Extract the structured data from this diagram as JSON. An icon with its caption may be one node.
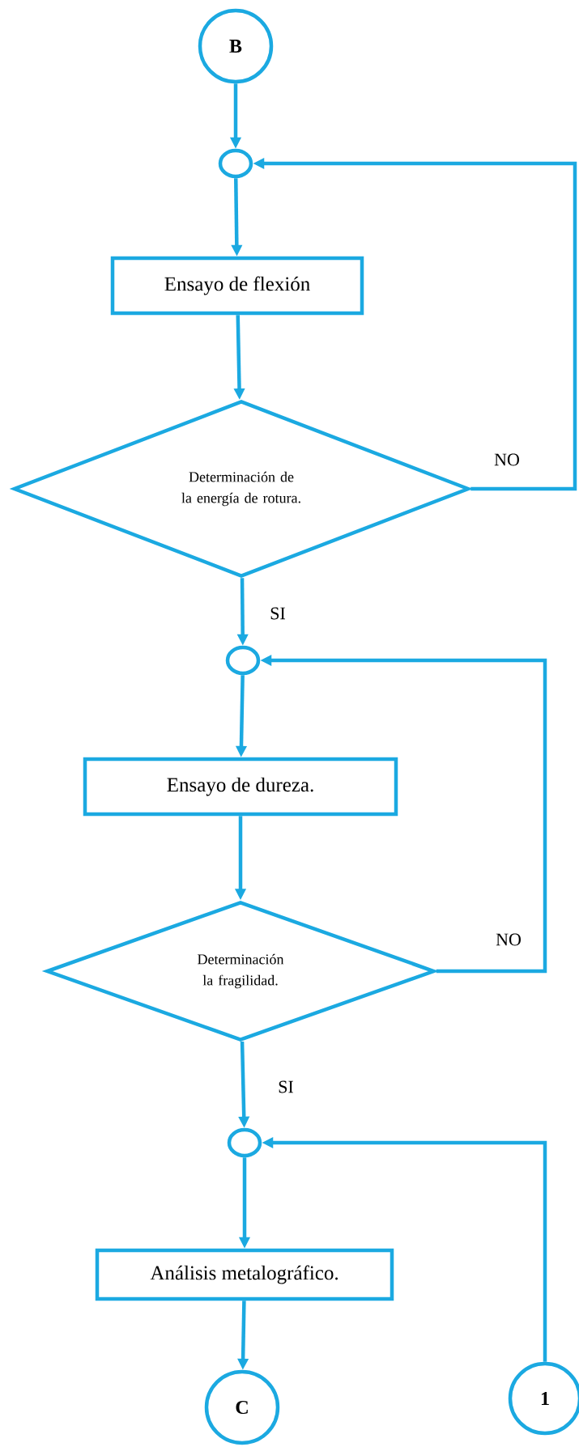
{
  "diagram": {
    "nodes": [
      {
        "text": [
          "B"
        ]
      },
      {
        "text": [],
        "shape": "circle"
      },
      {
        "text": [
          "Ensayo de flexión"
        ]
      },
      {
        "text": [
          "Determinación de la energía de rotura."
        ]
      },
      {
        "text": [],
        "shape": "circle"
      },
      {
        "text": [
          "Ensayo de dureza."
        ]
      },
      {
        "text": [
          "Determinación la fragilidad."
        ]
      },
      {
        "text": [],
        "shape": "circle"
      },
      {
        "text": [
          "Análisis metalográfico."
        ]
      },
      {
        "text": [
          "C"
        ]
      },
      {
        "text": [
          "1"
        ]
      }
    ],
    "edges": [
      {
        "from": 0,
        "to": 1,
        "arrow": "to"
      },
      {
        "from": 1,
        "to": 2,
        "arrow": "to"
      },
      {
        "from": 2,
        "to": 3,
        "arrow": "to"
      },
      {
        "from": 3,
        "to": 1,
        "arrow": "to",
        "label": "NO"
      },
      {
        "from": 3,
        "to": 4,
        "arrow": "to",
        "label": "SI"
      },
      {
        "from": 4,
        "to": 5,
        "arrow": "to"
      },
      {
        "from": 5,
        "to": 6,
        "arrow": "to"
      },
      {
        "from": 6,
        "to": 4,
        "arrow": "to",
        "label": "NO"
      },
      {
        "from": 6,
        "to": 7,
        "arrow": "to",
        "label": "SI"
      },
      {
        "from": 7,
        "to": 8,
        "arrow": "to"
      },
      {
        "from": 8,
        "to": 9,
        "arrow": "to"
      },
      {
        "from": 10,
        "to": 7,
        "arrow": "to"
      }
    ]
  }
}
